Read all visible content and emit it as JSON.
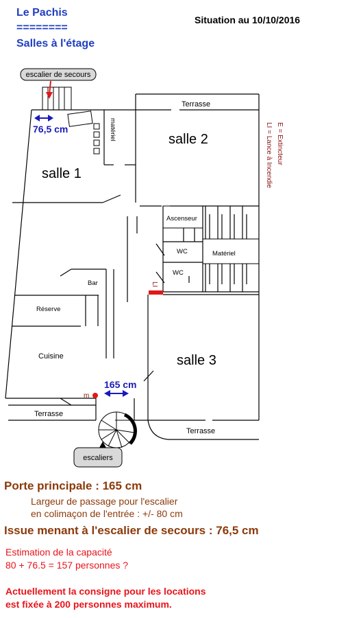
{
  "header": {
    "venue": "Le Pachis",
    "separator": "========",
    "subtitle": "Salles à l'étage",
    "situation": "Situation au 10/10/2016"
  },
  "plan": {
    "emergency_stairs_label": "escalier de secours",
    "emergency_exit_width": "76,5 cm",
    "storage_top": "matériel",
    "salle1": "salle 1",
    "salle2": "salle 2",
    "salle3": "salle 3",
    "terrasse_top": "Terrasse",
    "terrasse_left": "Terrasse",
    "terrasse_bottom": "Terrasse",
    "legend": "E = Extincteur",
    "legend2": "LI = Lance à Incendie",
    "ascenseur": "Ascenseur",
    "wc1": "WC",
    "wc2": "WC",
    "materiel_right": "Matériel",
    "li_marker": "LI",
    "bar": "Bar",
    "reserve": "Réserve",
    "cuisine": "Cuisine",
    "main_door_width": "165 cm",
    "marker_m": "m",
    "escaliers_label": "escaliers"
  },
  "notes": {
    "main_door": "Porte principale : 165 cm",
    "spiral_line1": "Largeur de passage pour l'escalier",
    "spiral_line2": "en colimaçon de l'entrée : +/- 80 cm",
    "emergency_exit": "Issue menant à l'escalier de secours : 76,5 cm",
    "capacity_title": "Estimation de la capacité",
    "capacity_calc": "80 + 76.5 = 157 personnes ?",
    "current_line1": "Actuellement la consigne pour les locations",
    "current_line2": "est fixée à 200 personnes maximum."
  },
  "colors": {
    "header_blue": "#1f3fbf",
    "dimension_blue": "#1a1ab8",
    "notes_brown": "#8b3a0a",
    "notes_red": "#e8141a",
    "extinguisher_red": "#e01818",
    "arrow_red": "#e01818"
  },
  "icons": [
    "red-down-arrow-icon",
    "double-arrow-icon",
    "up-arrow-icon",
    "extinguisher-marker-icon",
    "spiral-staircase-icon"
  ]
}
